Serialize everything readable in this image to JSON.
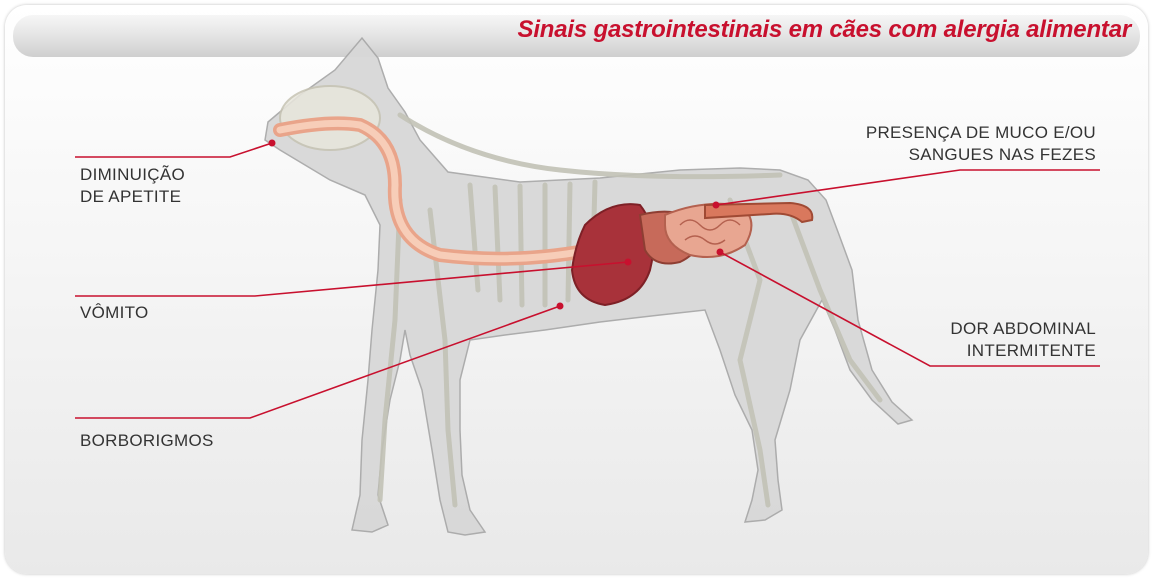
{
  "title": "Sinais gastrointestinais em cães com alergia alimentar",
  "colors": {
    "accent": "#c8102e",
    "leader": "#c8102e",
    "text": "#333333"
  },
  "labels": {
    "appetite": {
      "line1": "DIMINUIÇÃO",
      "line2": "DE APETITE"
    },
    "vomit": {
      "line1": "VÔMITO"
    },
    "borborygmi": {
      "line1": "BORBORIGMOS"
    },
    "mucus": {
      "line1": "PRESENÇA DE MUCO E/OU",
      "line2": "SANGUES NAS FEZES"
    },
    "pain": {
      "line1": "DOR ABDOMINAL",
      "line2": "INTERMITENTE"
    }
  }
}
